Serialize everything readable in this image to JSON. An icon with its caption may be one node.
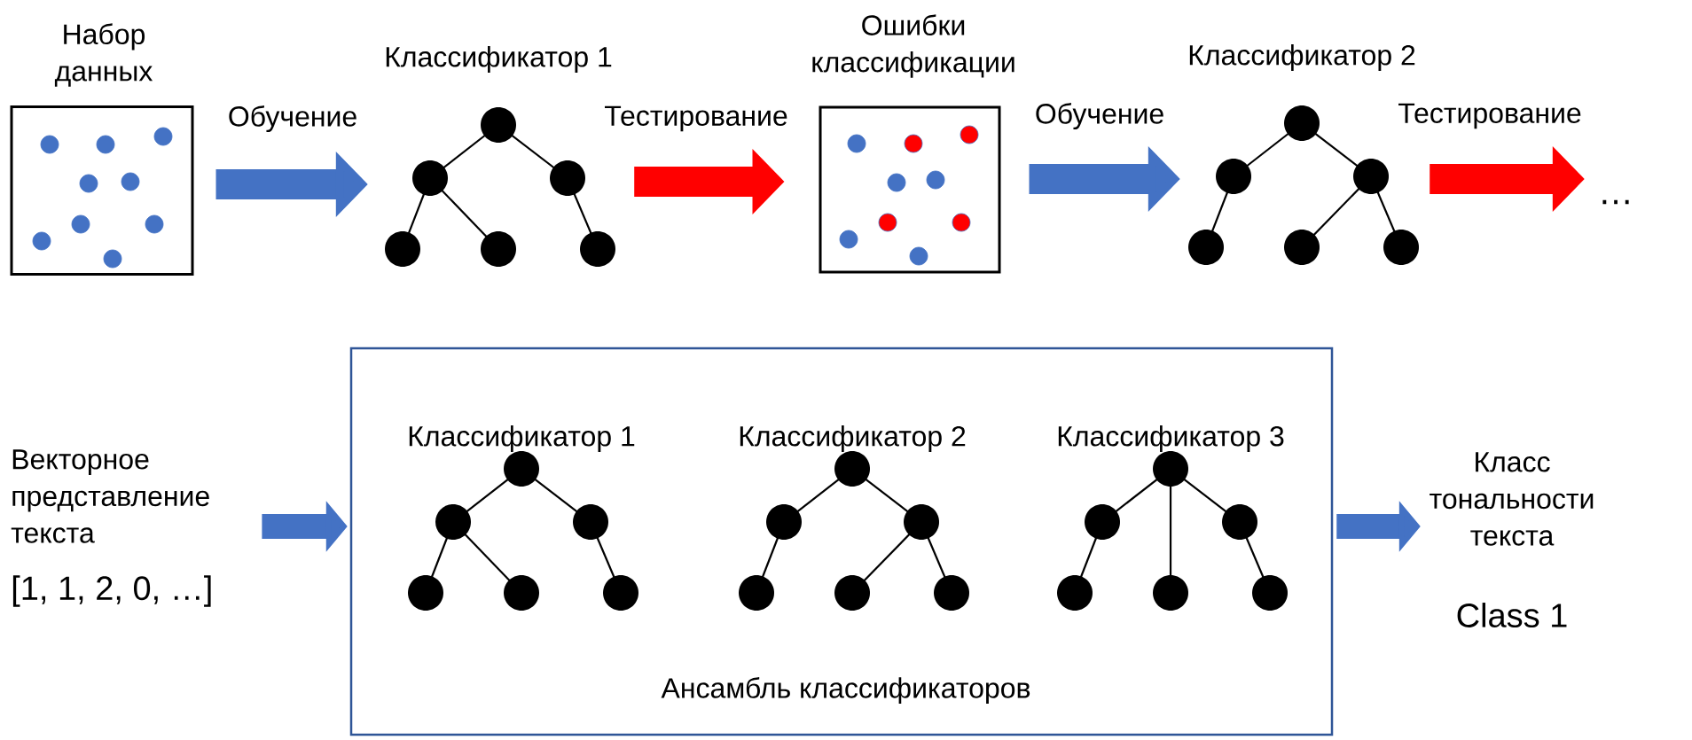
{
  "diagram": {
    "nodes": [
      {
        "text": [
          "Набор данных"
        ]
      },
      {
        "text": [
          "Классификатор 1"
        ]
      },
      {
        "text": [
          "Ошибки классификации"
        ]
      },
      {
        "text": [
          "Классификатор 2"
        ]
      },
      {
        "text": [
          "…"
        ]
      },
      {
        "text": [
          "Векторное представление текста",
          "[1, 1, 2, 0, …]"
        ]
      },
      {
        "text": [
          "Ансамбль классификаторов"
        ]
      },
      {
        "text": [
          "Классификатор 1"
        ],
        "in": 6
      },
      {
        "text": [
          "Классификатор 2"
        ],
        "in": 6
      },
      {
        "text": [
          "Классификатор 3"
        ],
        "in": 6
      },
      {
        "text": [
          "Класс тональности текста",
          "Class 1"
        ]
      }
    ],
    "edges": [
      {
        "from": 0,
        "to": 1,
        "arrow": "to",
        "label": "Обучение"
      },
      {
        "from": 1,
        "to": 2,
        "arrow": "to",
        "label": "Тестирование",
        "color": "#ff0000"
      },
      {
        "from": 2,
        "to": 3,
        "arrow": "to",
        "label": "Обучение"
      },
      {
        "from": 3,
        "to": 4,
        "arrow": "to",
        "label": "Тестирование",
        "color": "#ff0000"
      },
      {
        "from": 5,
        "to": 6,
        "arrow": "to"
      },
      {
        "from": 6,
        "to": 10,
        "arrow": "to"
      }
    ]
  }
}
